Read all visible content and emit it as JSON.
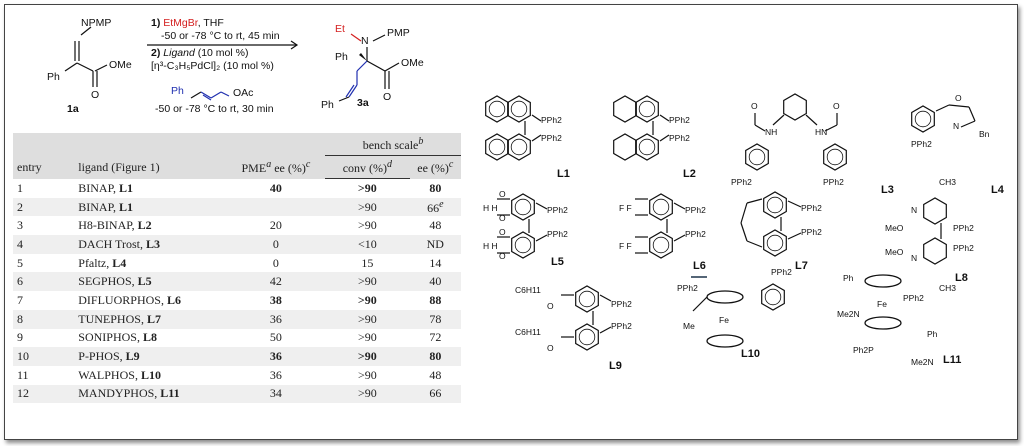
{
  "scheme": {
    "sm_label": "1a",
    "prod_label": "3a",
    "n_sub": "PMP",
    "ph": "Ph",
    "ome": "OMe",
    "et": "Et",
    "step1_num": "1)",
    "step1_reagent": "EtMgBr",
    "step1_rest": ", THF",
    "step1_cond": "-50 or -78 °C to rt, 45 min",
    "step2_num": "2)",
    "step2_ligand": "Ligand",
    "step2_rest": " (10 mol %)",
    "step2_pd": "[η³-C₃H₅PdCl]₂ (10 mol %)",
    "allyl_ph": "Ph",
    "allyl_oac": "OAc",
    "step2_cond": "-50 or -78 °C to rt, 30 min"
  },
  "table": {
    "bench_scale": "bench scale",
    "bench_sup": "b",
    "headers": {
      "entry": "entry",
      "ligand": "ligand (Figure 1)",
      "pme": "PME",
      "pme_sup": "a",
      "pme_ee": " ee (%)",
      "pme_ee_sup": "c",
      "conv": "conv (%)",
      "conv_sup": "d",
      "ee": "ee (%)",
      "ee_sup": "c"
    },
    "rows": [
      {
        "entry": "1",
        "lig": "BINAP, ",
        "lbl": "L1",
        "pme": "40",
        "conv": ">90",
        "ee": "80",
        "ee_sup": ""
      },
      {
        "entry": "2",
        "lig": "BINAP, ",
        "lbl": "L1",
        "pme": "",
        "conv": ">90",
        "ee": "66",
        "ee_sup": "e"
      },
      {
        "entry": "3",
        "lig": "H8-BINAP, ",
        "lbl": "L2",
        "pme": "20",
        "conv": ">90",
        "ee": "48",
        "ee_sup": ""
      },
      {
        "entry": "4",
        "lig": "DACH Trost, ",
        "lbl": "L3",
        "pme": "0",
        "conv": "<10",
        "ee": "ND",
        "ee_sup": ""
      },
      {
        "entry": "5",
        "lig": "Pfaltz, ",
        "lbl": "L4",
        "pme": "0",
        "conv": "15",
        "ee": "14",
        "ee_sup": ""
      },
      {
        "entry": "6",
        "lig": "SEGPHOS, ",
        "lbl": "L5",
        "pme": "42",
        "conv": ">90",
        "ee": "40",
        "ee_sup": ""
      },
      {
        "entry": "7",
        "lig": "DIFLUORPHOS, ",
        "lbl": "L6",
        "pme": "38",
        "conv": ">90",
        "ee": "88",
        "ee_sup": ""
      },
      {
        "entry": "8",
        "lig": "TUNEPHOS, ",
        "lbl": "L7",
        "pme": "36",
        "conv": ">90",
        "ee": "78",
        "ee_sup": ""
      },
      {
        "entry": "9",
        "lig": "SONIPHOS, ",
        "lbl": "L8",
        "pme": "50",
        "conv": ">90",
        "ee": "72",
        "ee_sup": ""
      },
      {
        "entry": "10",
        "lig": "P-PHOS, ",
        "lbl": "L9",
        "pme": "36",
        "conv": ">90",
        "ee": "80",
        "ee_sup": ""
      },
      {
        "entry": "11",
        "lig": "WALPHOS, ",
        "lbl": "L10",
        "pme": "36",
        "conv": ">90",
        "ee": "48",
        "ee_sup": ""
      },
      {
        "entry": "12",
        "lig": "MANDYPHOS, ",
        "lbl": "L11",
        "pme": "34",
        "conv": ">90",
        "ee": "66",
        "ee_sup": ""
      }
    ],
    "bold_rows": [
      0,
      6,
      9
    ]
  },
  "ligands": {
    "labels": [
      "L1",
      "L2",
      "L3",
      "L4",
      "L5",
      "L6",
      "L7",
      "L8",
      "L9",
      "L10",
      "L11"
    ],
    "pph2": "PPh2",
    "bn": "Bn",
    "fe": "Fe",
    "meo": "MeO",
    "ch3": "CH3",
    "c6h11": "C6H11",
    "ph": "Ph",
    "me2n": "Me2N",
    "ph2p": "Ph2P",
    "me": "Me",
    "f": "F",
    "h": "H",
    "o": "O",
    "n": "N"
  }
}
